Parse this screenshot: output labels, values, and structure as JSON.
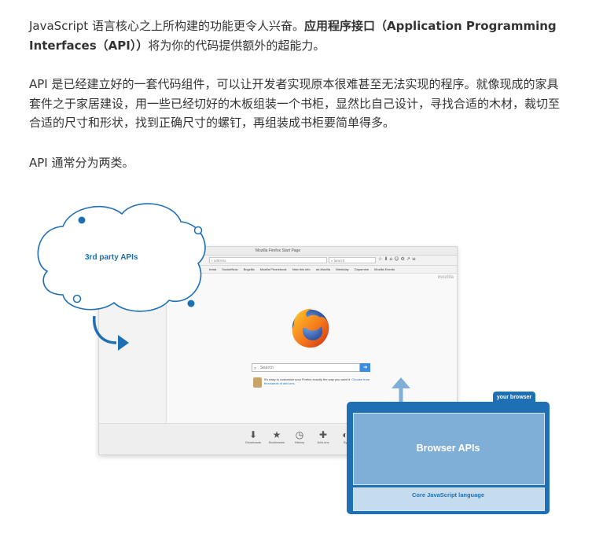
{
  "paragraphs": {
    "p1_normal": "JavaScript 语言核心之上所构建的功能更令人兴奋。",
    "p1_bold": "应用程序接口（Application Programming Interfaces（API））",
    "p1_tail": "将为你的代码提供额外的超能力。",
    "p2": "API 是已经建立好的一套代码组件，可以让开发者实现原本很难甚至无法实现的程序。就像现成的家具套件之于家居建设，用一些已经切好的木板组装一个书柜，显然比自己设计，寻找合适的木材，裁切至合适的尺寸和形状，找到正确尺寸的螺钉，再组装成书柜要简单得多。",
    "p3": "API 通常分为两类。"
  },
  "figure": {
    "cloud_label": "3rd party APIs",
    "browser": {
      "title": "Mozilla Firefox Start Page",
      "url_placeholder": "r address",
      "search_placeholder": "Search",
      "bookmarks": [
        "tread",
        "SocketNow",
        "Bugzilla",
        "Mozilla Phonebook",
        "New this info",
        "air-Mozilla",
        "Weekday",
        "Dopamine",
        "Mozilla Events"
      ],
      "mozilla_mark": "mozilla",
      "start_search_placeholder": "Search",
      "snippet_text": "It's easy to customize your Firefox exactly the way you want it.",
      "snippet_link": "Choose from thousands of add-ons.",
      "launchers": [
        {
          "icon": "download-icon",
          "glyph": "⬇",
          "label": "Downloads"
        },
        {
          "icon": "bookmarks-icon",
          "glyph": "★",
          "label": "Bookmarks"
        },
        {
          "icon": "history-icon",
          "glyph": "◷",
          "label": "History"
        },
        {
          "icon": "addons-icon",
          "glyph": "✚",
          "label": "Add-ons"
        },
        {
          "icon": "sync-icon",
          "glyph": "◐",
          "label": "Sy"
        }
      ]
    },
    "browser_tab_label": "your browser",
    "browser_apis_label": "Browser APIs",
    "core_label": "Core JavaScript language",
    "colors": {
      "accent_blue": "#1f6fb5",
      "light_blue": "#7faed7",
      "pale_blue": "#c4dcee"
    }
  }
}
